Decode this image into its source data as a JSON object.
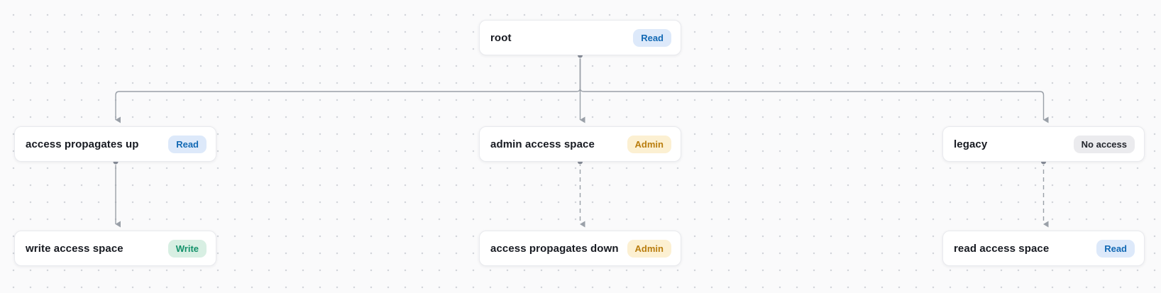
{
  "diagram": {
    "type": "access-space-tree",
    "nodes": [
      {
        "id": "root",
        "label": "root",
        "badge": "Read",
        "badge_type": "read"
      },
      {
        "id": "access-propagates-up",
        "label": "access propagates up",
        "badge": "Read",
        "badge_type": "read"
      },
      {
        "id": "admin-access-space",
        "label": "admin access space",
        "badge": "Admin",
        "badge_type": "admin"
      },
      {
        "id": "legacy",
        "label": "legacy",
        "badge": "No access",
        "badge_type": "none"
      },
      {
        "id": "write-access-space",
        "label": "write access space",
        "badge": "Write",
        "badge_type": "write"
      },
      {
        "id": "access-propagates-down",
        "label": "access propagates down",
        "badge": "Admin",
        "badge_type": "admin"
      },
      {
        "id": "read-access-space",
        "label": "read access space",
        "badge": "Read",
        "badge_type": "read"
      }
    ],
    "edges": [
      {
        "from": "root",
        "to": "access-propagates-up",
        "style": "solid"
      },
      {
        "from": "root",
        "to": "admin-access-space",
        "style": "solid"
      },
      {
        "from": "root",
        "to": "legacy",
        "style": "solid"
      },
      {
        "from": "access-propagates-up",
        "to": "write-access-space",
        "style": "solid"
      },
      {
        "from": "admin-access-space",
        "to": "access-propagates-down",
        "style": "dashed"
      },
      {
        "from": "legacy",
        "to": "read-access-space",
        "style": "dashed"
      }
    ],
    "colors": {
      "canvas_bg": "#fafafb",
      "dot_grid": "#d2d5da",
      "edge": "#9aa0a8",
      "node_bg": "#ffffff",
      "node_border": "#e9eaee",
      "node_text": "#171a21",
      "read_badge_bg": "#dde9fa",
      "read_badge_text": "#1269b4",
      "admin_badge_bg": "#fcf0d2",
      "admin_badge_text": "#b97d0e",
      "write_badge_bg": "#d8efe3",
      "write_badge_text": "#13916a",
      "no_access_badge_bg": "#ebebee",
      "no_access_badge_text": "#23262d"
    }
  }
}
